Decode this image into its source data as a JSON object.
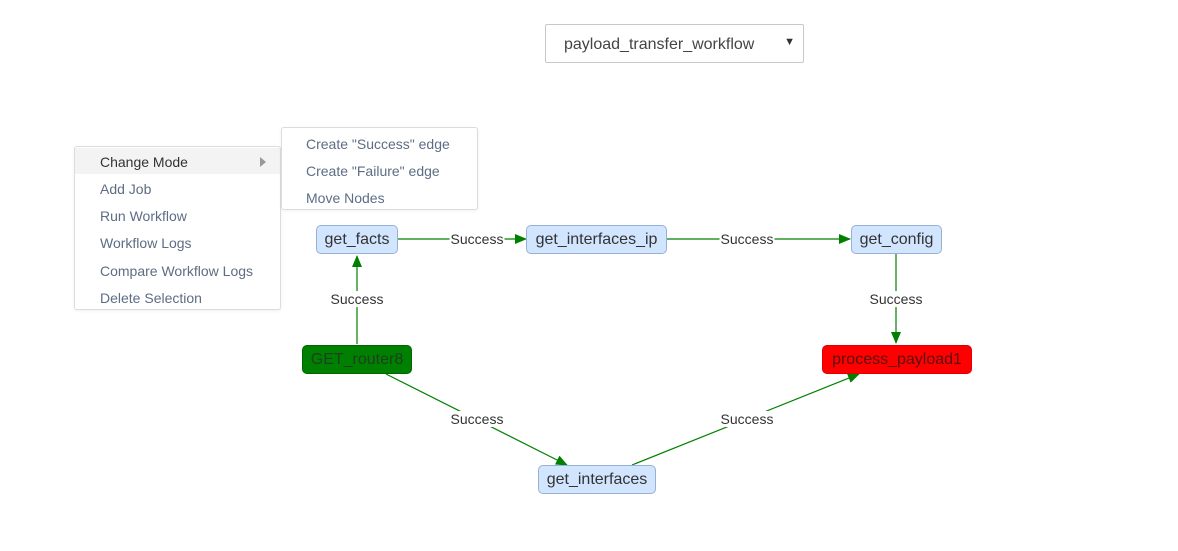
{
  "workflow_select": {
    "value": "payload_transfer_workflow"
  },
  "context_menu": {
    "items": [
      {
        "label": "Change Mode"
      },
      {
        "label": "Add Job"
      },
      {
        "label": "Run Workflow"
      },
      {
        "label": "Workflow Logs"
      },
      {
        "label": "Compare Workflow Logs"
      },
      {
        "label": "Delete Selection"
      }
    ],
    "submenu": [
      {
        "label": "Create \"Success\" edge"
      },
      {
        "label": "Create \"Failure\" edge"
      },
      {
        "label": "Move Nodes"
      }
    ]
  },
  "graph": {
    "nodes": {
      "get_facts": "get_facts",
      "get_interfaces_ip": "get_interfaces_ip",
      "get_config": "get_config",
      "start": "GET_router8",
      "end": "process_payload1",
      "get_interfaces": "get_interfaces"
    },
    "edge_label": "Success",
    "colors": {
      "edge": "#008000",
      "job_node": "#d2e5ff",
      "start_node": "#008000",
      "end_node": "#ff0000"
    }
  }
}
